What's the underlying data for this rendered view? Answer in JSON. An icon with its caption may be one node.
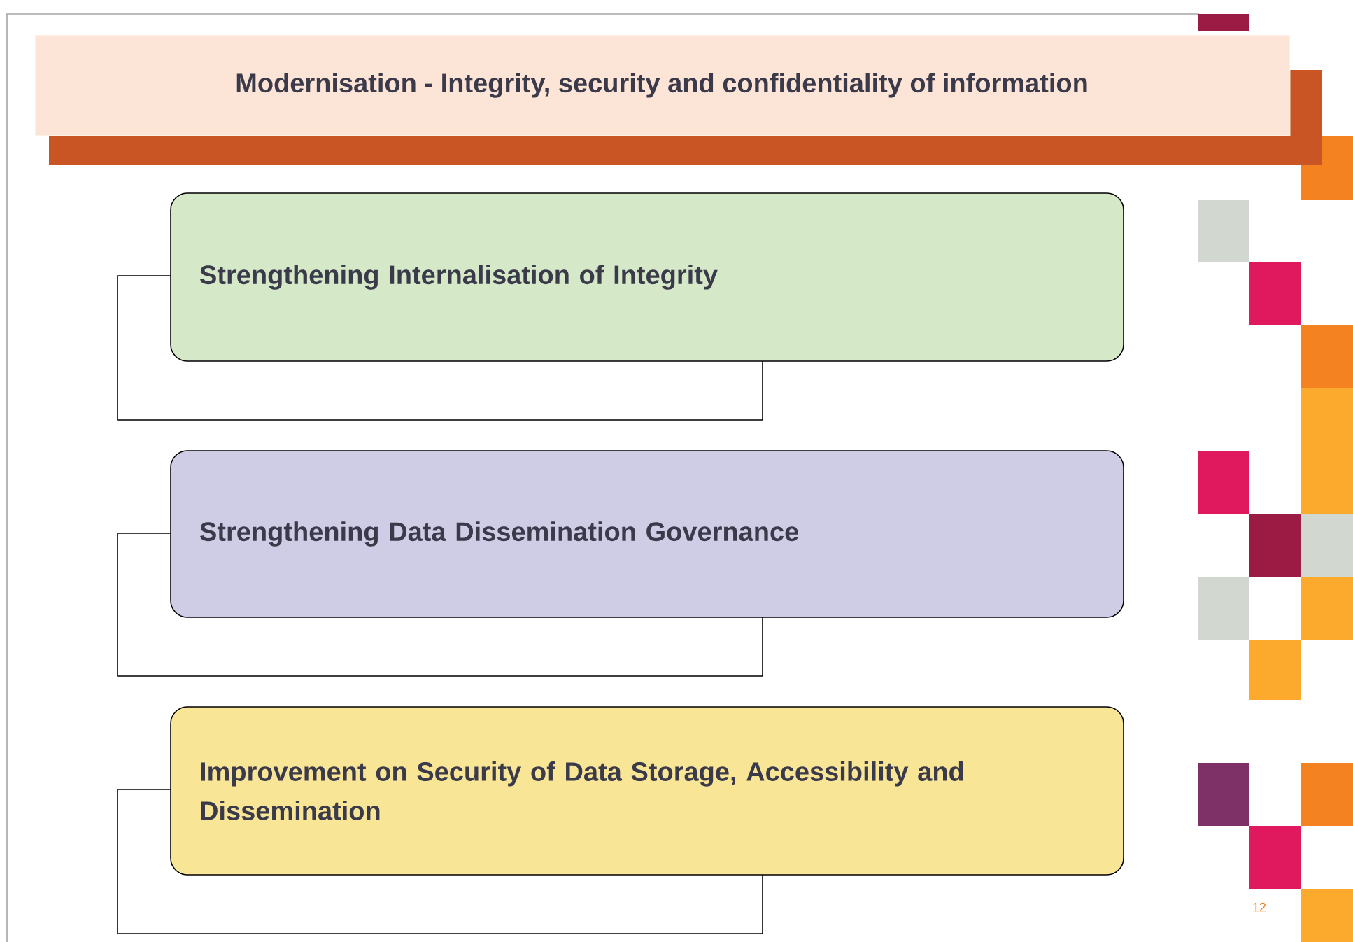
{
  "diagram": {
    "title": "Modernisation - Integrity, security and confidentiality of information",
    "nodes": [
      {
        "text": [
          "Strengthening Internalisation of Integrity"
        ]
      },
      {
        "text": [
          "Strengthening Data Dissemination Governance"
        ]
      },
      {
        "text": [
          "Improvement on Security of Data Storage, Accessibility and Dissemination"
        ]
      }
    ],
    "labels": [
      "12"
    ]
  }
}
